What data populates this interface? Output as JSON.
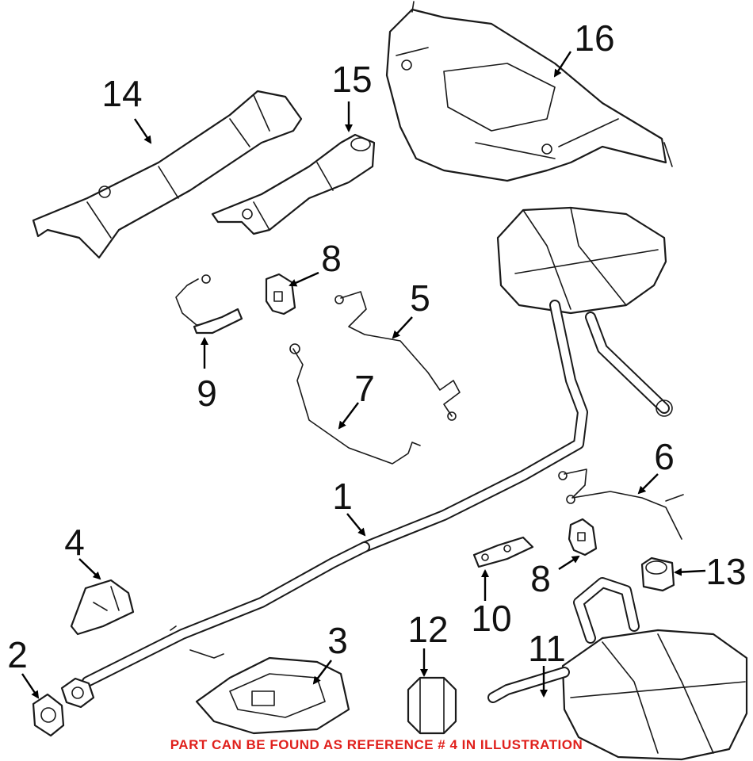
{
  "callouts": {
    "c1": "1",
    "c2": "2",
    "c3": "3",
    "c4": "4",
    "c5": "5",
    "c6": "6",
    "c7": "7",
    "c8a": "8",
    "c8b": "8",
    "c9": "9",
    "c10": "10",
    "c11": "11",
    "c12": "12",
    "c13": "13",
    "c14": "14",
    "c15": "15",
    "c16": "16"
  },
  "note": "PART CAN BE FOUND AS REFERENCE # 4 IN ILLUSTRATION",
  "colors": {
    "note": "#e0201c",
    "ink": "#1a1a1a"
  }
}
